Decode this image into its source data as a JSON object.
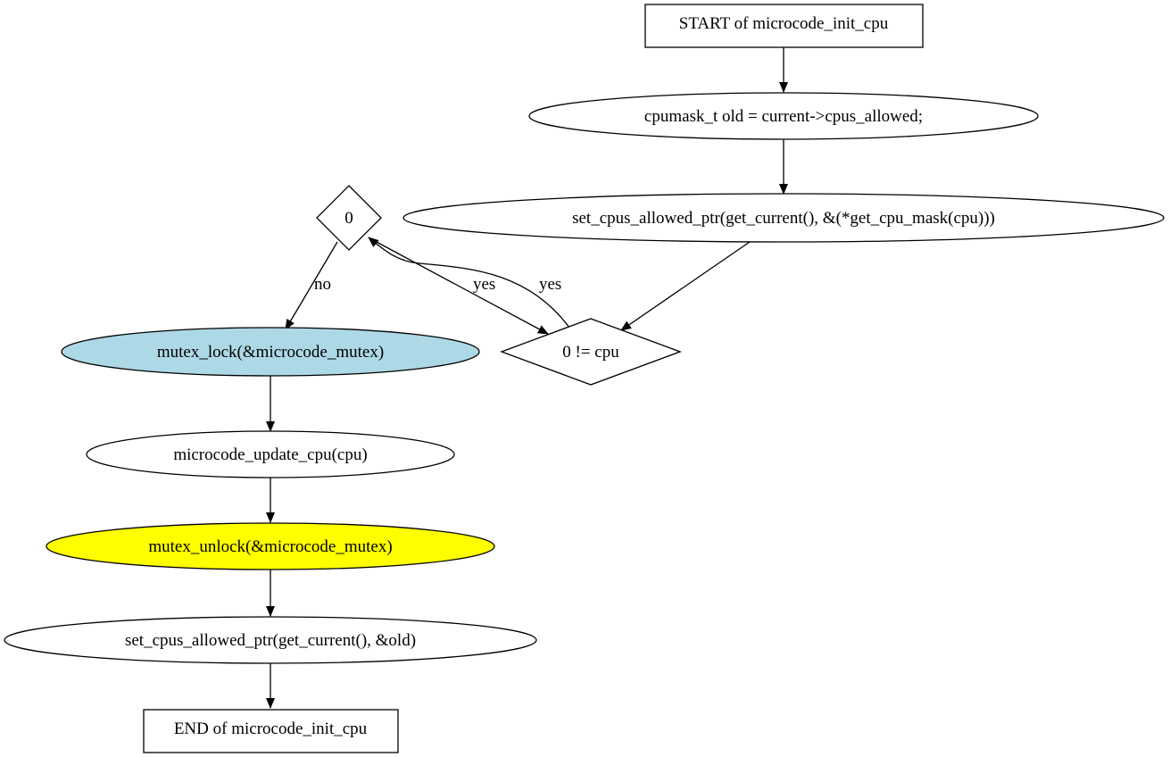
{
  "nodes": {
    "start": {
      "text": "START of microcode_init_cpu",
      "fill": "#ffffff"
    },
    "cpumask": {
      "text": "cpumask_t old = current->cpus_allowed;",
      "fill": "#ffffff"
    },
    "set_allowed_cpu": {
      "text": "set_cpus_allowed_ptr(get_current(), &(*get_cpu_mask(cpu)))",
      "fill": "#ffffff"
    },
    "cond_cpu": {
      "text": "0 != cpu",
      "fill": "#ffffff"
    },
    "cond_zero": {
      "text": "0",
      "fill": "#ffffff"
    },
    "mutex_lock": {
      "text": "mutex_lock(&microcode_mutex)",
      "fill": "#add8e6"
    },
    "update_cpu": {
      "text": "microcode_update_cpu(cpu)",
      "fill": "#ffffff"
    },
    "mutex_unlock": {
      "text": "mutex_unlock(&microcode_mutex)",
      "fill": "#ffff00"
    },
    "set_allowed_old": {
      "text": "set_cpus_allowed_ptr(get_current(), &old)",
      "fill": "#ffffff"
    },
    "end": {
      "text": "END of microcode_init_cpu",
      "fill": "#ffffff"
    }
  },
  "edges": {
    "no": "no",
    "yes_left": "yes",
    "yes_right": "yes"
  },
  "colors": {
    "stroke": "#000000",
    "background": "#ffffff"
  }
}
